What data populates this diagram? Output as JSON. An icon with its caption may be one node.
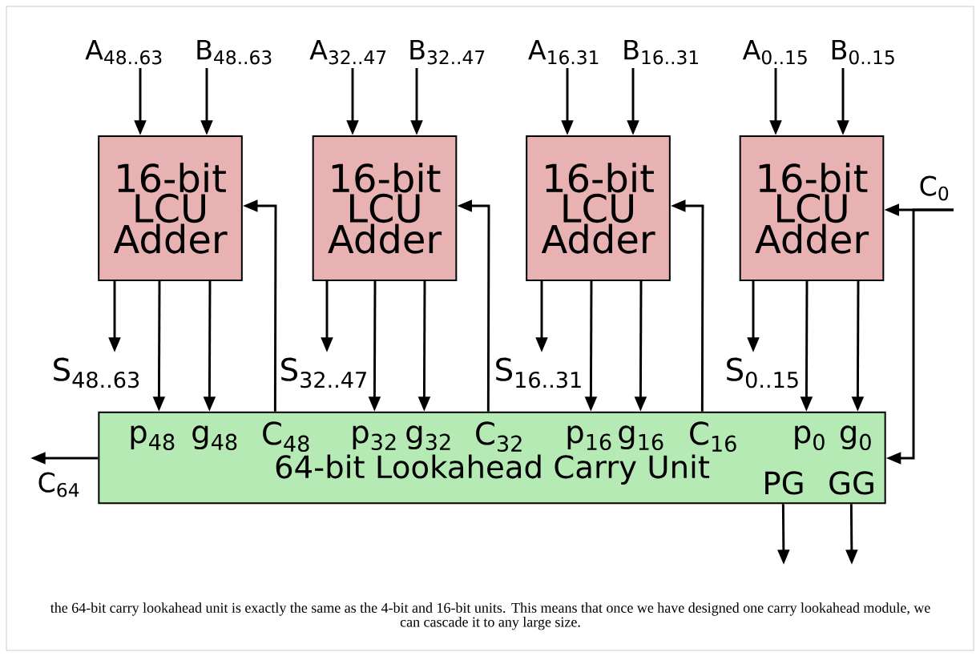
{
  "diagram": {
    "caption": "the 64-bit carry lookahead unit is exactly the same as the 4-bit and 16-bit units. This means that once we have designed one carry lookahead module, we can cascade it to any large size.",
    "nodes": [
      {
        "text": [
          "A$_{48..63}$"
        ]
      },
      {
        "text": [
          "B$_{48..63}$"
        ]
      },
      {
        "text": [
          "A$_{32..47}$"
        ]
      },
      {
        "text": [
          "B$_{32..47}$"
        ]
      },
      {
        "text": [
          "A$_{16.31}$"
        ]
      },
      {
        "text": [
          "B$_{16..31}$"
        ]
      },
      {
        "text": [
          "A$_{0..15}$"
        ]
      },
      {
        "text": [
          "B$_{0..15}$"
        ]
      },
      {
        "text": [
          "C$_{0}$"
        ]
      },
      {
        "text": [
          "16-bit LCU Adder"
        ]
      },
      {
        "text": [
          "16-bit LCU Adder"
        ]
      },
      {
        "text": [
          "16-bit LCU Adder"
        ]
      },
      {
        "text": [
          "16-bit LCU Adder"
        ]
      },
      {
        "text": [
          "S$_{48..63}$"
        ]
      },
      {
        "text": [
          "S$_{32..47}$"
        ]
      },
      {
        "text": [
          "S$_{16..31}$"
        ]
      },
      {
        "text": [
          "S$_{0..15}$"
        ]
      },
      {
        "text": [
          "64-bit Lookahead Carry Unit"
        ]
      },
      {
        "text": [
          "C$_{64}$"
        ]
      }
    ],
    "edges": [
      {
        "from": 0,
        "to": 9,
        "arrow": "to"
      },
      {
        "from": 1,
        "to": 9,
        "arrow": "to"
      },
      {
        "from": 2,
        "to": 10,
        "arrow": "to"
      },
      {
        "from": 3,
        "to": 10,
        "arrow": "to"
      },
      {
        "from": 4,
        "to": 11,
        "arrow": "to"
      },
      {
        "from": 5,
        "to": 11,
        "arrow": "to"
      },
      {
        "from": 6,
        "to": 12,
        "arrow": "to"
      },
      {
        "from": 7,
        "to": 12,
        "arrow": "to"
      },
      {
        "from": 8,
        "to": 12,
        "arrow": "to"
      },
      {
        "from": 8,
        "to": 17,
        "arrow": "to"
      },
      {
        "from": 9,
        "to": 13,
        "arrow": "to"
      },
      {
        "from": 10,
        "to": 14,
        "arrow": "to"
      },
      {
        "from": 11,
        "to": 15,
        "arrow": "to"
      },
      {
        "from": 12,
        "to": 16,
        "arrow": "to"
      },
      {
        "from": 9,
        "to": 17,
        "arrow": "to"
      },
      {
        "from": 9,
        "to": 17,
        "arrow": "to"
      },
      {
        "from": 10,
        "to": 17,
        "arrow": "to"
      },
      {
        "from": 10,
        "to": 17,
        "arrow": "to"
      },
      {
        "from": 11,
        "to": 17,
        "arrow": "to"
      },
      {
        "from": 11,
        "to": 17,
        "arrow": "to"
      },
      {
        "from": 12,
        "to": 17,
        "arrow": "to"
      },
      {
        "from": 12,
        "to": 17,
        "arrow": "to"
      },
      {
        "from": 17,
        "to": 9,
        "arrow": "to"
      },
      {
        "from": 17,
        "to": 10,
        "arrow": "to"
      },
      {
        "from": 17,
        "to": 11,
        "arrow": "to"
      },
      {
        "from": 17,
        "to": 18,
        "arrow": "to"
      },
      {
        "from": 17,
        "to": null,
        "arrow": "to"
      },
      {
        "from": 17,
        "to": null,
        "arrow": "to"
      }
    ],
    "labels": [
      "p$_{48}$",
      "g$_{48}$",
      "C$_{48}$",
      "p$_{32}$",
      "g$_{32}$",
      "C$_{32}$",
      "p$_{16}$",
      "g$_{16}$",
      "C$_{16}$",
      "p$_{0}$",
      "g$_{0}$",
      "PG",
      "GG"
    ]
  }
}
